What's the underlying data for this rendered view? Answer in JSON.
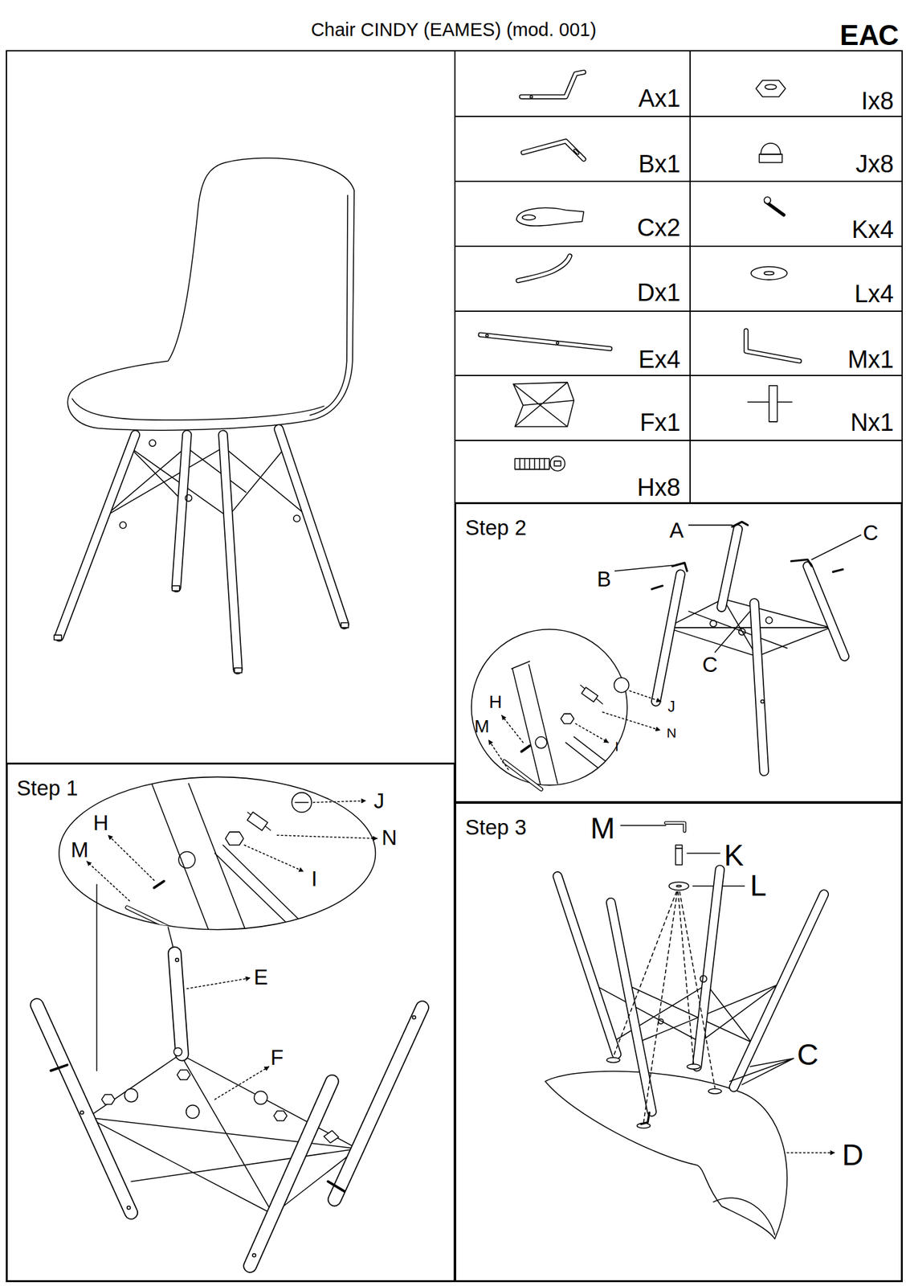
{
  "diagram": {
    "title": "Chair CINDY (EAMES) (mod. 001)",
    "nodes": [
      {
        "text": [
          "Step 1"
        ]
      },
      {
        "text": [
          "Step 2"
        ]
      },
      {
        "text": [
          "Step 3"
        ]
      }
    ],
    "labels": [
      "ЕАС",
      "Ax1",
      "Bx1",
      "Cx2",
      "Dx1",
      "Ex4",
      "Fx1",
      "Hx8",
      "Ix8",
      "Jx8",
      "Kx4",
      "Lx4",
      "Mx1",
      "Nx1",
      "A",
      "C",
      "B",
      "C",
      "H",
      "M",
      "J",
      "N",
      "I",
      "H",
      "M",
      "J",
      "N",
      "I",
      "E",
      "F",
      "M",
      "K",
      "L",
      "C",
      "D"
    ]
  }
}
